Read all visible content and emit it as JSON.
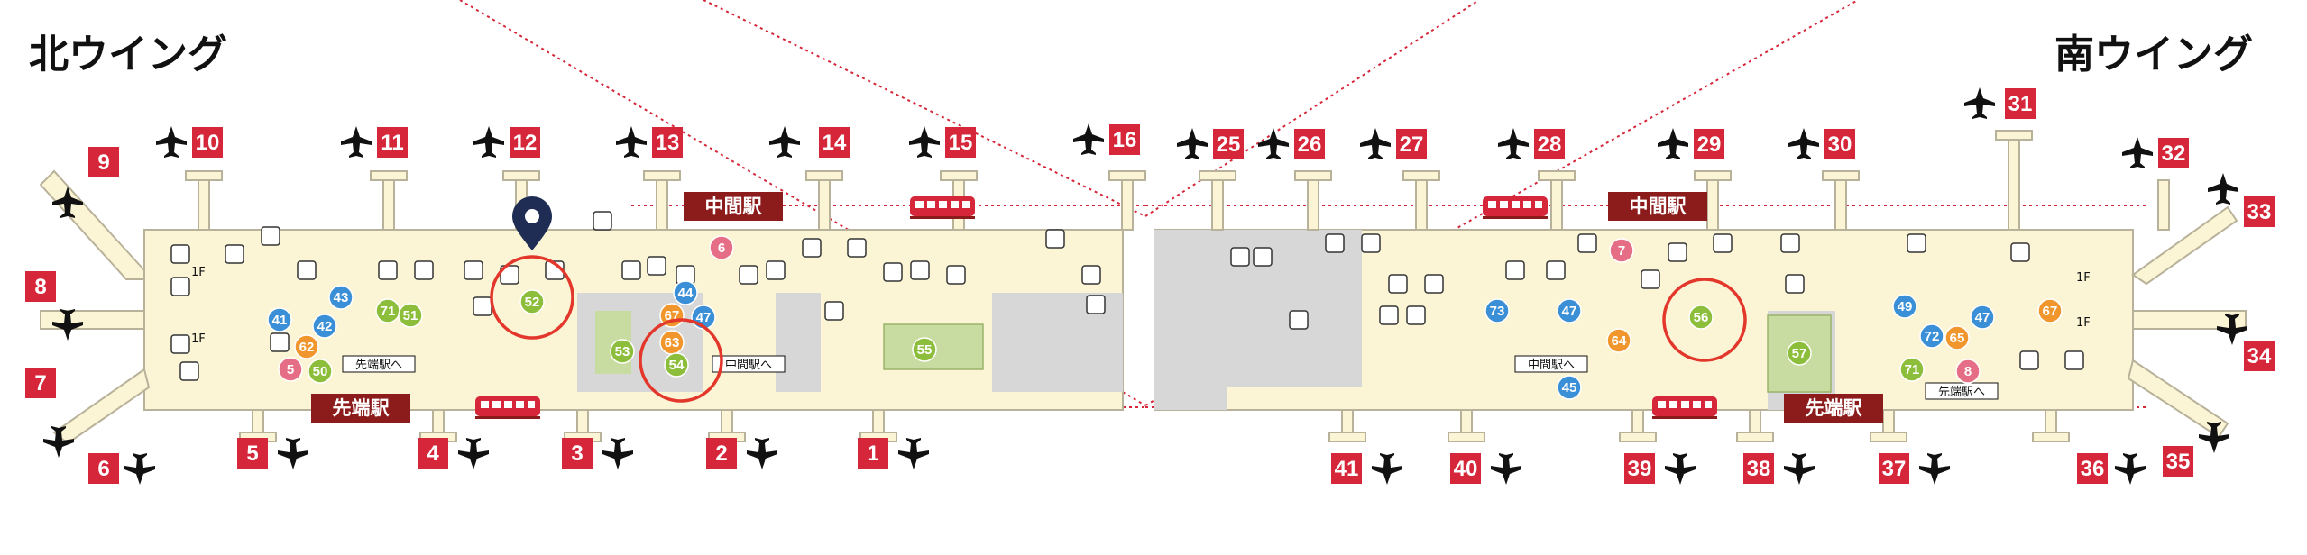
{
  "wings": {
    "north": {
      "title": "北ウイング"
    },
    "south": {
      "title": "南ウイング"
    }
  },
  "stations": {
    "middle": "中間駅",
    "end": "先端駅",
    "to_middle": "中間駅へ",
    "to_end": "先端駅へ"
  },
  "floor_marker": "1F",
  "gates_north": [
    "10",
    "11",
    "12",
    "13",
    "14",
    "15",
    "16",
    "9",
    "8",
    "7",
    "6",
    "5",
    "4",
    "3",
    "2",
    "1"
  ],
  "gates_south": [
    "25",
    "26",
    "27",
    "28",
    "29",
    "30",
    "31",
    "32",
    "33",
    "34",
    "35",
    "36",
    "37",
    "38",
    "39",
    "40",
    "41"
  ],
  "pois": [
    "71",
    "51",
    "43",
    "42",
    "41",
    "62",
    "5",
    "50",
    "52",
    "63",
    "67",
    "44",
    "47",
    "6",
    "53",
    "54",
    "55",
    "73",
    "47",
    "45",
    "64",
    "7",
    "56",
    "57",
    "49",
    "72",
    "65",
    "71",
    "8",
    "47",
    "67"
  ],
  "highlighted_pois": [
    "52",
    "54",
    "56"
  ],
  "colors": {
    "gate_badge": "#d6263a",
    "station_badge": "#8c1c1c",
    "concourse": "#fbf5d6",
    "concourse_outline": "#b9b29a",
    "shop_green": "#8cbe3c",
    "food_orange": "#f0962d",
    "service_blue": "#3a8fd6",
    "pink": "#e56d85",
    "highlight_ring": "#e3372b",
    "pin": "#1f2d55",
    "train": "#d6263a",
    "dotted_line": "#d6263a"
  }
}
